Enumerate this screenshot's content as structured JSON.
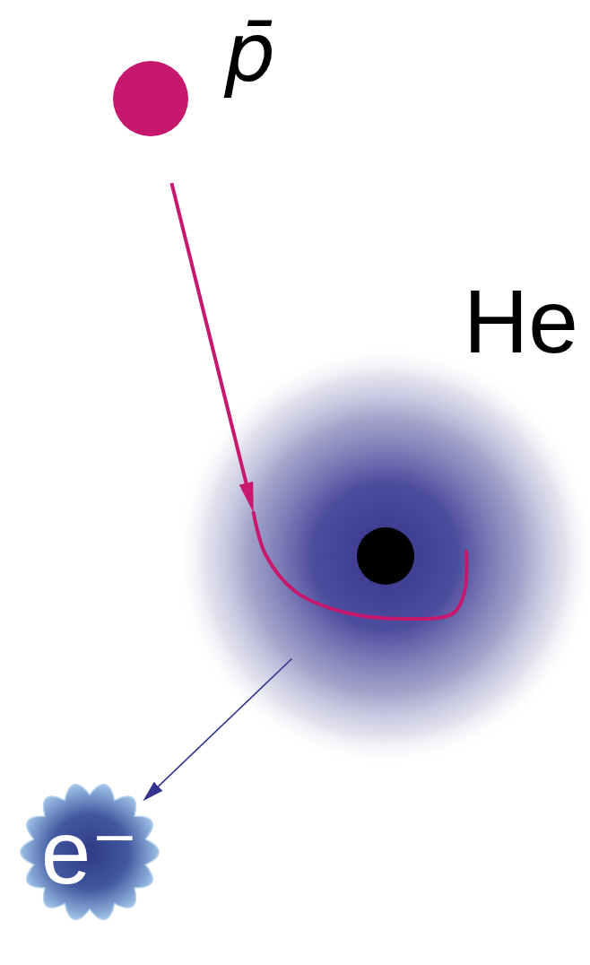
{
  "diagram": {
    "nodes": [
      {
        "text": [
          "p̄"
        ]
      },
      {
        "text": [
          "He"
        ]
      },
      {
        "text": [
          "e⁻"
        ]
      }
    ],
    "edges": [
      {
        "from": 0,
        "to": 1,
        "arrow": "to"
      },
      {
        "from": 1,
        "to": 2,
        "arrow": "to"
      }
    ]
  }
}
